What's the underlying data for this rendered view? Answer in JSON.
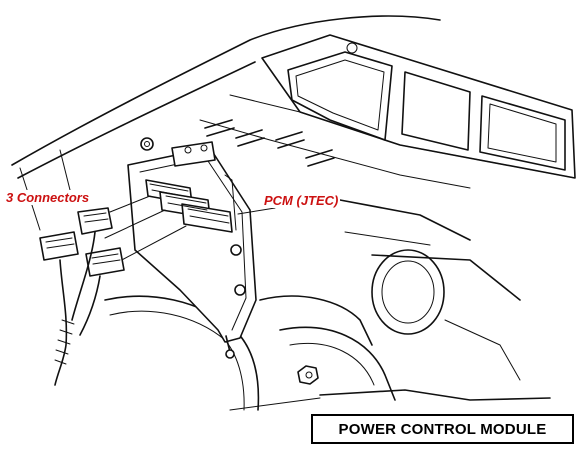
{
  "figure": {
    "title": "POWER CONTROL MODULE",
    "labels": {
      "connectors": "3 Connectors",
      "pcm": "PCM (JTEC)"
    },
    "label_color": "#cc1111",
    "icons": [
      "pcm-module-drawing",
      "engine-bay-drawing",
      "wire-harness-drawing"
    ]
  }
}
